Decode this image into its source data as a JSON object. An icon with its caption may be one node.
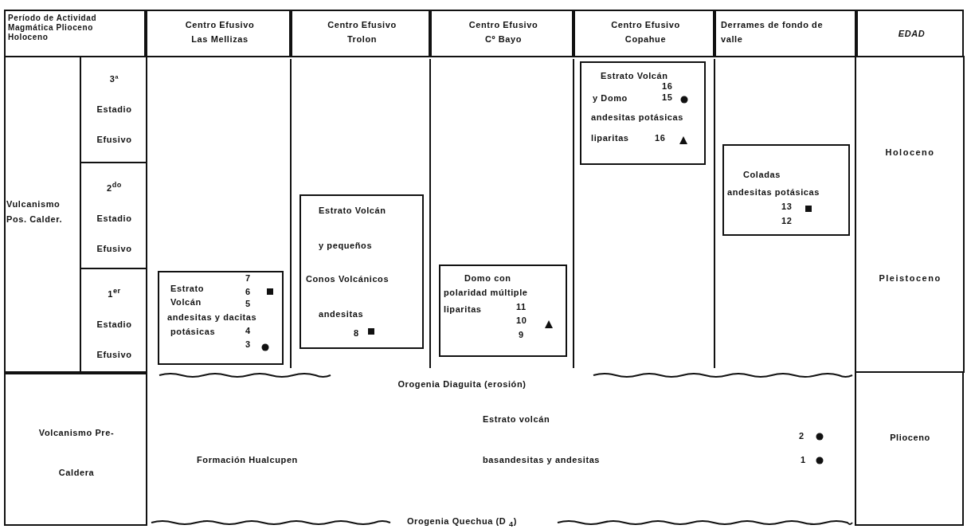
{
  "diagram": {
    "nodes": [
      {
        "text": [
          "Período de Actividad Magmática Plioceno Holoceno"
        ]
      },
      {
        "text": [
          "Centro Efusivo Las Mellizas"
        ]
      },
      {
        "text": [
          "Centro Efusivo Trolon"
        ]
      },
      {
        "text": [
          "Centro Efusivo Cº Bayo"
        ]
      },
      {
        "text": [
          "Centro Efusivo Copahue"
        ]
      },
      {
        "text": [
          "Derrames de fondo de valle"
        ]
      },
      {
        "text": [
          "EDAD"
        ]
      },
      {
        "text": [
          "Vulcanismo Pos. Calder."
        ]
      },
      {
        "text": [
          "3ª Estadio Efusivo"
        ]
      },
      {
        "text": [
          "2$^{do}$ Estadio Efusivo"
        ]
      },
      {
        "text": [
          "1$^{er}$ Estadio Efusivo"
        ]
      },
      {
        "text": [
          "Estrato",
          "Volcán",
          "andesitas y dacitas",
          "potásicas",
          "7",
          "6",
          "5",
          "4",
          "3"
        ]
      },
      {
        "text": [
          "Estrato Volcán",
          "y pequeños",
          "Conos Volcánicos",
          "andesitas",
          "8"
        ]
      },
      {
        "text": [
          "Domo con",
          "polaridad múltiple",
          "liparitas",
          "11",
          "10",
          "9"
        ]
      },
      {
        "text": [
          "Estrato Volcán",
          "16",
          "y Domo",
          "15",
          "andesitas potásicas",
          "liparitas",
          "16"
        ]
      },
      {
        "text": [
          "Coladas",
          "andesitas potásicas",
          "13",
          "12"
        ]
      },
      {
        "text": [
          "Volcanismo Pre-Caldera"
        ]
      },
      {
        "text": [
          "Plioceno"
        ]
      }
    ],
    "labels": [
      "Holoceno",
      "Pleistoceno",
      "Orogenia Diaguita (erosión)",
      "Estrato volcán",
      "2",
      "Formación Hualcupen",
      "basandesitas y andesitas",
      "1",
      "Orogenia Quechua (D $_{4}$)"
    ]
  }
}
